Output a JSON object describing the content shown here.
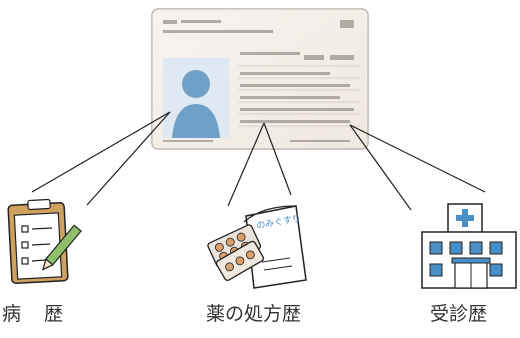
{
  "labels": {
    "medical_history": "病　歴",
    "prescription_history": "薬の処方歴",
    "visit_history": "受診歴"
  },
  "medicine_bag_text": "のみぐすり",
  "colors": {
    "line": "#222222",
    "card_bg": "#f3eee8",
    "photo": "#6fa1c8",
    "clipboard": "#cfa15f",
    "pen": "#8fbf6a",
    "pills": "#d9a06b",
    "hospital_cross": "#4a90c8",
    "hospital_windows": "#4a90c8"
  }
}
